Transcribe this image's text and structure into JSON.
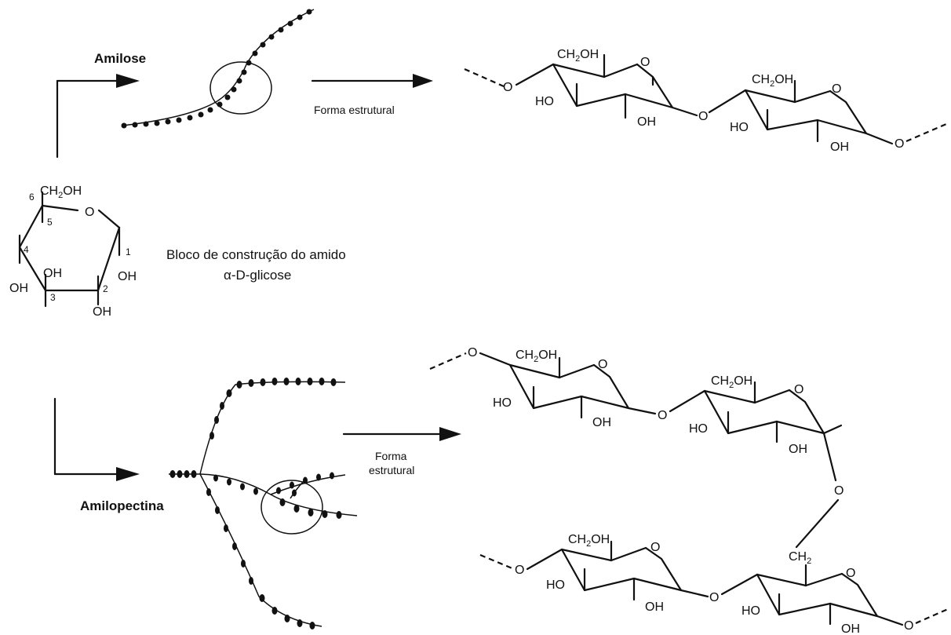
{
  "labels": {
    "amilose": "Amilose",
    "amilopectina": "Amilopectina",
    "forma_estrutural_1": "Forma estrutural",
    "forma_estrutural_2a": "Forma",
    "forma_estrutural_2b": "estrutural",
    "bloco_line1": "Bloco de construção do amido",
    "bloco_line2": "α-D-glicose"
  },
  "chem": {
    "ch2oh_ch": "CH",
    "ch2oh_sub": "2",
    "ch2oh_oh": "OH",
    "ch2_ch": "CH",
    "ch2_sub": "2",
    "ring_o": "O",
    "link_o": "O",
    "ho": "HO",
    "oh": "OH"
  },
  "numbering": [
    "1",
    "2",
    "3",
    "4",
    "5",
    "6"
  ]
}
